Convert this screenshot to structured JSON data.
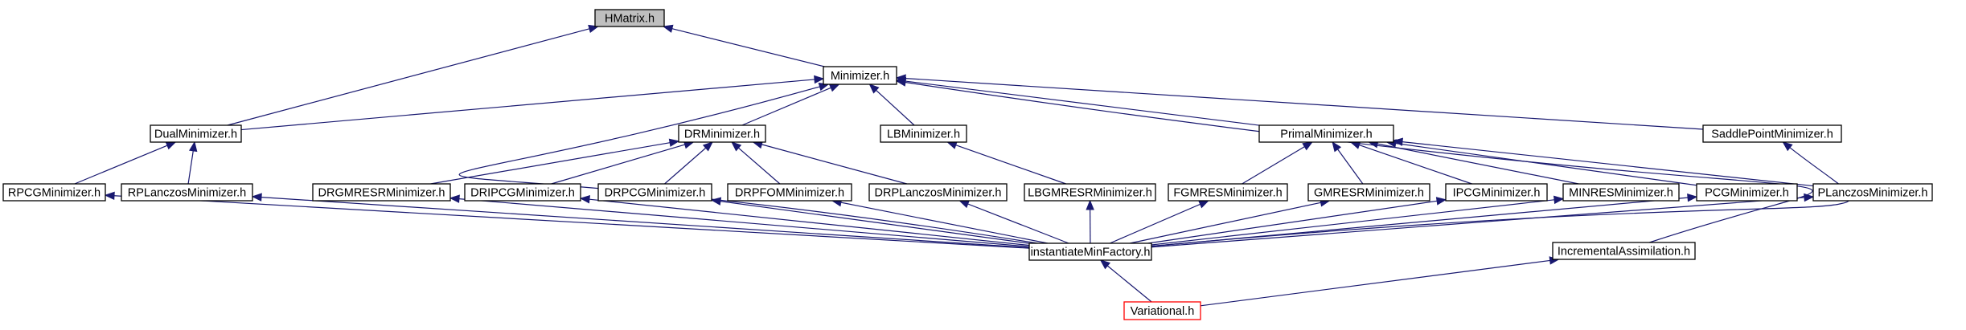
{
  "colors": {
    "edge": "#191970",
    "root_fill": "#bfbfbf",
    "node_border": "#000000",
    "highlight_border": "#ff0000"
  },
  "nodes": [
    {
      "id": "hmatrix",
      "label": "HMatrix.h",
      "style": "root"
    },
    {
      "id": "minimizer",
      "label": "Minimizer.h"
    },
    {
      "id": "dual",
      "label": "DualMinimizer.h"
    },
    {
      "id": "drmin",
      "label": "DRMinimizer.h"
    },
    {
      "id": "lbmin",
      "label": "LBMinimizer.h"
    },
    {
      "id": "primal",
      "label": "PrimalMinimizer.h"
    },
    {
      "id": "saddle",
      "label": "SaddlePointMinimizer.h"
    },
    {
      "id": "rpcg",
      "label": "RPCGMinimizer.h"
    },
    {
      "id": "rplanczos",
      "label": "RPLanczosMinimizer.h"
    },
    {
      "id": "drgmresr",
      "label": "DRGMRESRMinimizer.h"
    },
    {
      "id": "dripcg",
      "label": "DRIPCGMinimizer.h"
    },
    {
      "id": "drpcg",
      "label": "DRPCGMinimizer.h"
    },
    {
      "id": "drpfom",
      "label": "DRPFOMMinimizer.h"
    },
    {
      "id": "drplanczos",
      "label": "DRPLanczosMinimizer.h"
    },
    {
      "id": "lbgmresr",
      "label": "LBGMRESRMinimizer.h"
    },
    {
      "id": "fgmres",
      "label": "FGMRESMinimizer.h"
    },
    {
      "id": "gmresr",
      "label": "GMRESRMinimizer.h"
    },
    {
      "id": "ipcg",
      "label": "IPCGMinimizer.h"
    },
    {
      "id": "minres",
      "label": "MINRESMinimizer.h"
    },
    {
      "id": "pcg",
      "label": "PCGMinimizer.h"
    },
    {
      "id": "planczos",
      "label": "PLanczosMinimizer.h"
    },
    {
      "id": "factory",
      "label": "instantiateMinFactory.h"
    },
    {
      "id": "incremental",
      "label": "IncrementalAssimilation.h"
    },
    {
      "id": "variational",
      "label": "Variational.h",
      "style": "highlight"
    }
  ],
  "edges": [
    {
      "from": "minimizer",
      "to": "hmatrix"
    },
    {
      "from": "dual",
      "to": "hmatrix"
    },
    {
      "from": "dual",
      "to": "minimizer"
    },
    {
      "from": "drmin",
      "to": "minimizer"
    },
    {
      "from": "lbmin",
      "to": "minimizer"
    },
    {
      "from": "primal",
      "to": "minimizer"
    },
    {
      "from": "saddle",
      "to": "minimizer"
    },
    {
      "from": "factory",
      "to": "minimizer"
    },
    {
      "from": "incremental",
      "to": "minimizer"
    },
    {
      "from": "rpcg",
      "to": "dual"
    },
    {
      "from": "rplanczos",
      "to": "dual"
    },
    {
      "from": "drgmresr",
      "to": "drmin"
    },
    {
      "from": "dripcg",
      "to": "drmin"
    },
    {
      "from": "drpcg",
      "to": "drmin"
    },
    {
      "from": "drpfom",
      "to": "drmin"
    },
    {
      "from": "drplanczos",
      "to": "drmin"
    },
    {
      "from": "lbgmresr",
      "to": "lbmin"
    },
    {
      "from": "fgmres",
      "to": "primal"
    },
    {
      "from": "gmresr",
      "to": "primal"
    },
    {
      "from": "ipcg",
      "to": "primal"
    },
    {
      "from": "minres",
      "to": "primal"
    },
    {
      "from": "pcg",
      "to": "primal"
    },
    {
      "from": "planczos",
      "to": "primal"
    },
    {
      "from": "factory",
      "to": "saddle"
    },
    {
      "from": "factory",
      "to": "rpcg"
    },
    {
      "from": "factory",
      "to": "rplanczos"
    },
    {
      "from": "factory",
      "to": "drgmresr"
    },
    {
      "from": "factory",
      "to": "dripcg"
    },
    {
      "from": "factory",
      "to": "drpcg"
    },
    {
      "from": "factory",
      "to": "drpfom"
    },
    {
      "from": "factory",
      "to": "drplanczos"
    },
    {
      "from": "factory",
      "to": "lbgmresr"
    },
    {
      "from": "factory",
      "to": "fgmres"
    },
    {
      "from": "factory",
      "to": "gmresr"
    },
    {
      "from": "factory",
      "to": "ipcg"
    },
    {
      "from": "factory",
      "to": "minres"
    },
    {
      "from": "factory",
      "to": "pcg"
    },
    {
      "from": "factory",
      "to": "planczos"
    },
    {
      "from": "variational",
      "to": "factory"
    },
    {
      "from": "variational",
      "to": "incremental"
    }
  ]
}
